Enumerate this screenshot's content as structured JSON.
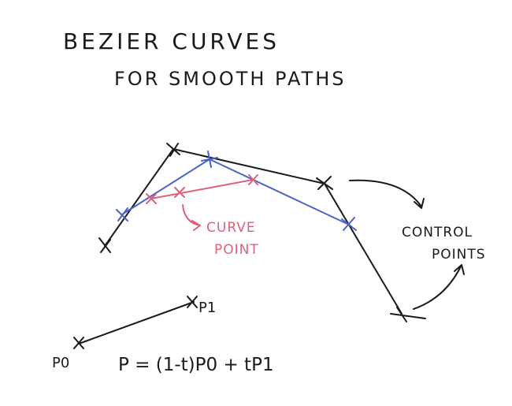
{
  "title": {
    "line1": "BEZIER CURVES",
    "line2": "FOR SMOOTH PATHS"
  },
  "labels": {
    "curve_point": [
      "CURVE",
      "POINT"
    ],
    "control_points": [
      "CONTROL",
      "POINTS"
    ],
    "p0": "P0",
    "p1": "P1"
  },
  "formula": "P = (1-t)P0 + tP1",
  "colors": {
    "ink": "#1a1a1a",
    "construction": "#4a62c9",
    "curve_point": "#e0607a"
  }
}
